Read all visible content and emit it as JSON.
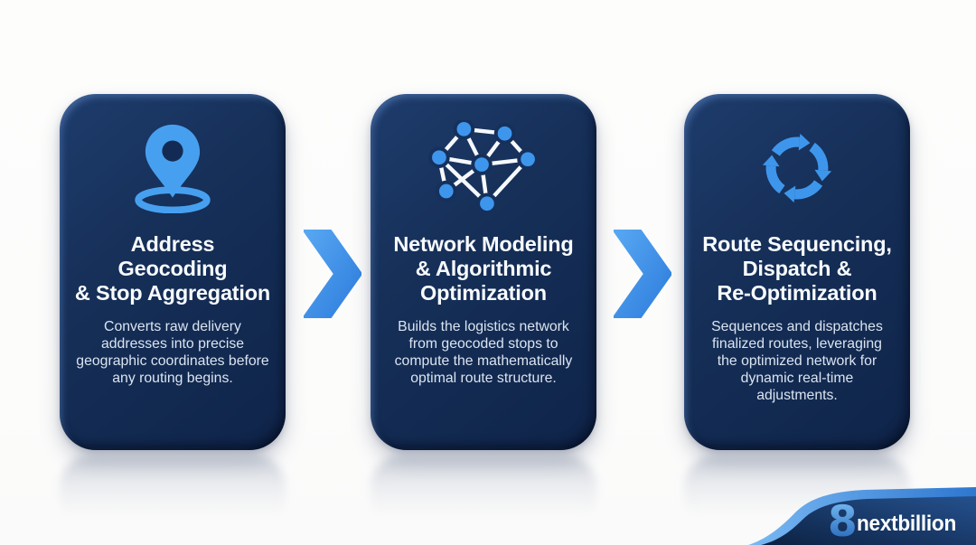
{
  "steps": [
    {
      "icon": "location-pin",
      "title_lines": [
        "Address",
        "Geocoding",
        "& Stop Aggregation"
      ],
      "desc_lines": [
        "Converts raw delivery",
        "addresses into precise",
        "geographic coordinates before",
        "any routing begins."
      ]
    },
    {
      "icon": "network-graph",
      "title_lines": [
        "Network Modeling",
        "& Algorithmic",
        "Optimization"
      ],
      "desc_lines": [
        "Builds the logistics network",
        "from geocoded stops to",
        "compute the mathematically",
        "optimal route structure."
      ]
    },
    {
      "icon": "cycle-arrows",
      "title_lines": [
        "Route Sequencing,",
        "Dispatch &",
        "Re-Optimization"
      ],
      "desc_lines": [
        "Sequences and dispatches",
        "finalized routes, leveraging",
        "the optimized network for",
        "dynamic real-time",
        "adjustments."
      ]
    }
  ],
  "brand": {
    "name": "nextbillion",
    "logo_glyph": "8"
  },
  "colors": {
    "card_navy": "#122b53",
    "icon_blue": "#47a0ef",
    "node_blue": "#3e96ec",
    "arrow_blue_light": "#57a7f2",
    "arrow_blue_dark": "#2d7cdd",
    "banner_navy": "#0c2142",
    "banner_stripe_blue": "#3e8fe0",
    "title_white": "#f8fbfe",
    "desc_gray": "#dbe4f0"
  }
}
